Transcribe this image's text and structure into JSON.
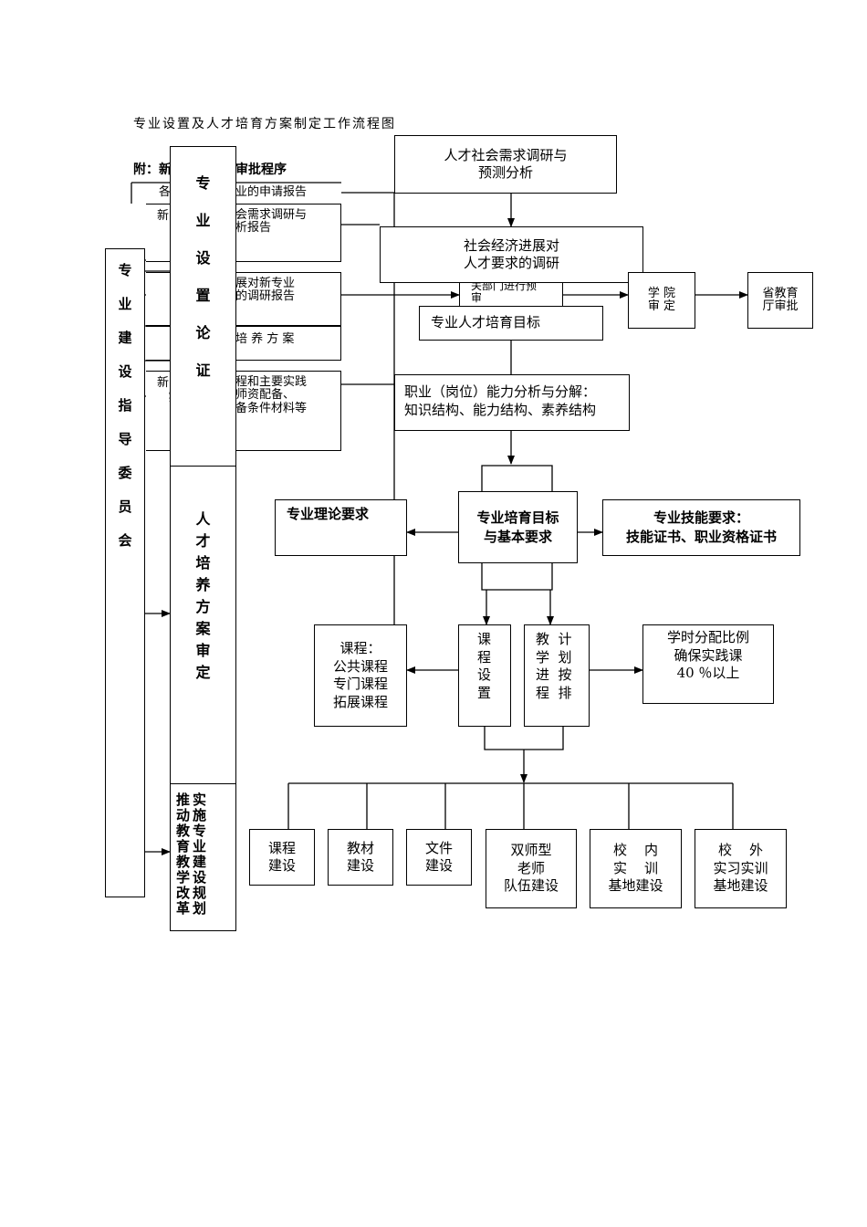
{
  "title": "专业设置及人才培育方案制定工作流程图",
  "appendix_label": "附：新",
  "appendix_label_tail": "审批程序",
  "left_reports": [
    {
      "prefix": "各",
      "text": "业的申请报告"
    },
    {
      "prefix": "新",
      "text": "会需求调研与\n析报告"
    },
    {
      "prefix": "",
      "text": "展对新专业\n的调研报告"
    },
    {
      "prefix": "",
      "text": "培 养 方 案"
    },
    {
      "prefix": "新\n   实",
      "text": "程和主要实践\n师资配备、\n备条件材料等"
    }
  ],
  "committee": [
    "专",
    "业",
    "建",
    "设",
    "指",
    "导",
    "委",
    "员",
    "会"
  ],
  "stage1": [
    "专",
    "业",
    "设",
    "置",
    "论",
    "证"
  ],
  "stage2": [
    "人",
    "才",
    "培",
    "养",
    "方",
    "案",
    "审",
    "定"
  ],
  "stage3_col1": [
    "推",
    "动",
    "教",
    "育",
    "教",
    "学",
    "改",
    "革"
  ],
  "stage3_col2": [
    "实",
    "施",
    "专",
    "业",
    "建",
    "设",
    "规",
    "划"
  ],
  "flow": {
    "research": "人才社会需求调研与\n预测分析",
    "econ": "社会经济进展对\n人才要求的调研",
    "dept_review": "关部门进行预\n审",
    "college": "学 院\n审 定",
    "province": "省教育\n厅审批",
    "target": "专业人才培育目标",
    "ability": "职业（岗位）能力分析与分解：\n知识结构、能力结构、素养结构",
    "theory": "专业理论要求",
    "core": "专业培育目标\n与基本要求",
    "skill": "专业技能要求：\n技能证书、职业资格证书",
    "courses": "课程：\n公共课程\n专门课程\n拓展课程",
    "course_setup": "课\n程\n设\n置",
    "plan": "教  计\n学  划\n进  按\n程  排",
    "hours": "学时分配比例\n确保实践课\n40 ％以上"
  },
  "bottom": [
    "课程\n建设",
    "教材\n建设",
    "文件\n建设",
    "双师型\n老师\n队伍建设",
    "校    内\n实    训\n基地建设",
    "校    外\n实习实训\n基地建设"
  ]
}
